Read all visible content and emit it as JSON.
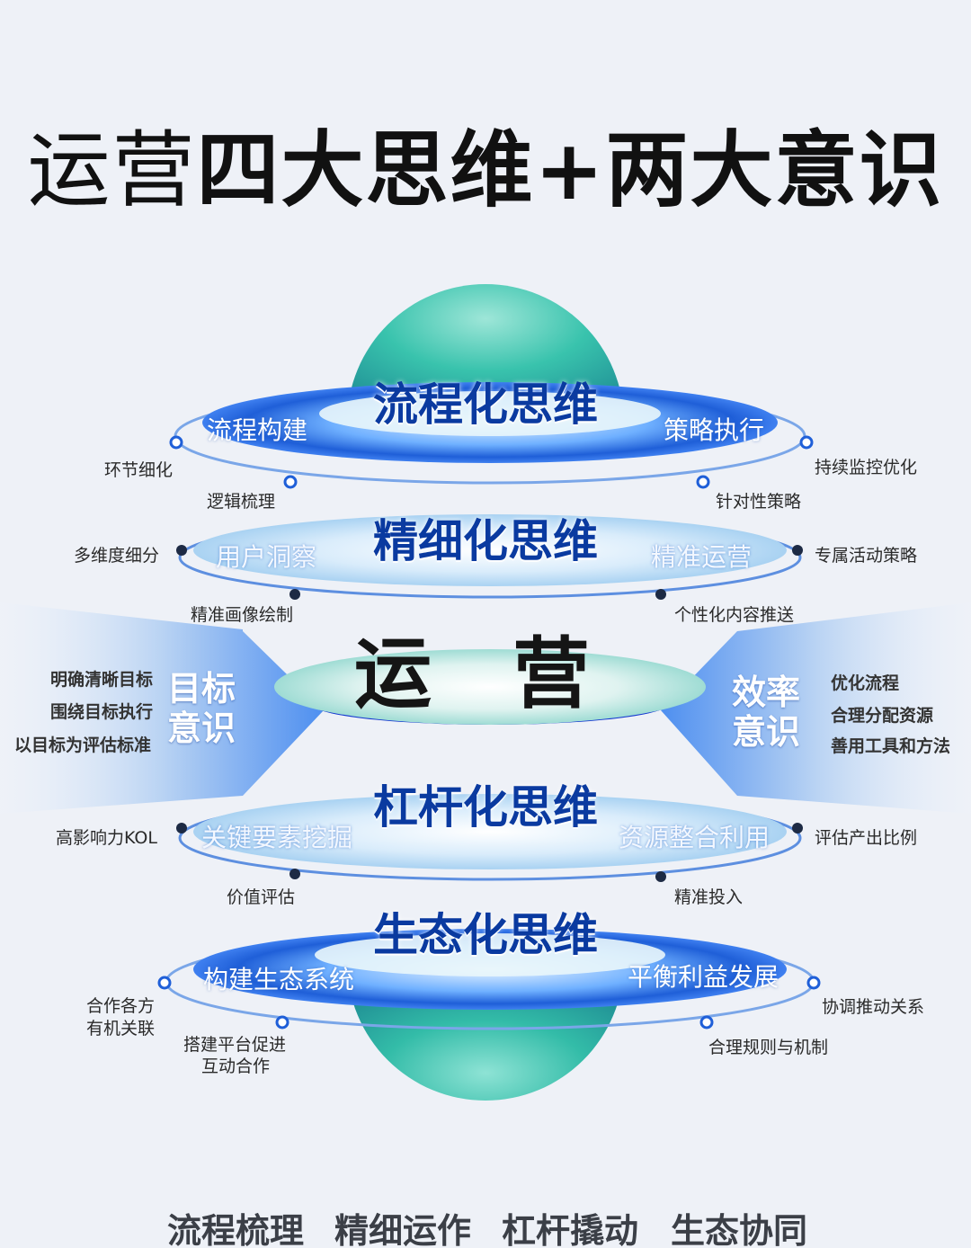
{
  "title": {
    "part1": "运营",
    "part2": "四大思维+两大意识"
  },
  "rings": {
    "process": {
      "title": "流程化思维",
      "left_inner": "流程构建",
      "right_inner": "策略执行",
      "tags": [
        "环节细化",
        "逻辑梳理",
        "持续监控优化",
        "针对性策略"
      ]
    },
    "refine": {
      "title": "精细化思维",
      "left_inner": "用户洞察",
      "right_inner": "精准运营",
      "tags": [
        "多维度细分",
        "精准画像绘制",
        "专属活动策略",
        "个性化内容推送"
      ]
    },
    "leverage": {
      "title": "杠杆化思维",
      "left_inner": "关键要素挖掘",
      "right_inner": "资源整合利用",
      "tags": [
        "高影响力KOL",
        "价值评估",
        "评估产出比例",
        "精准投入"
      ]
    },
    "ecology": {
      "title": "生态化思维",
      "left_inner": "构建生态系统",
      "right_inner": "平衡利益发展",
      "tags": [
        "合作各方",
        "有机关联",
        "搭建平台促进",
        "互动合作",
        "协调推动关系",
        "合理规则与机制"
      ]
    }
  },
  "core": {
    "title": "运 营"
  },
  "awareness": {
    "left": {
      "line1": "目标",
      "line2": "意识",
      "items": [
        "明确清晰目标",
        "围绕目标执行",
        "以目标为评估标准"
      ]
    },
    "right": {
      "line1": "效率",
      "line2": "意识",
      "items": [
        "优化流程",
        "合理分配资源",
        "善用工具和方法"
      ]
    }
  },
  "bottom": [
    "流程梳理",
    "精细运作",
    "杠杆撬动",
    "生态协同"
  ],
  "colors": {
    "accent": "#0a3aa0",
    "ring_blue": "#1f5fd8",
    "sphere_teal": "#2fbfa8",
    "bg": "#eef1f7"
  }
}
